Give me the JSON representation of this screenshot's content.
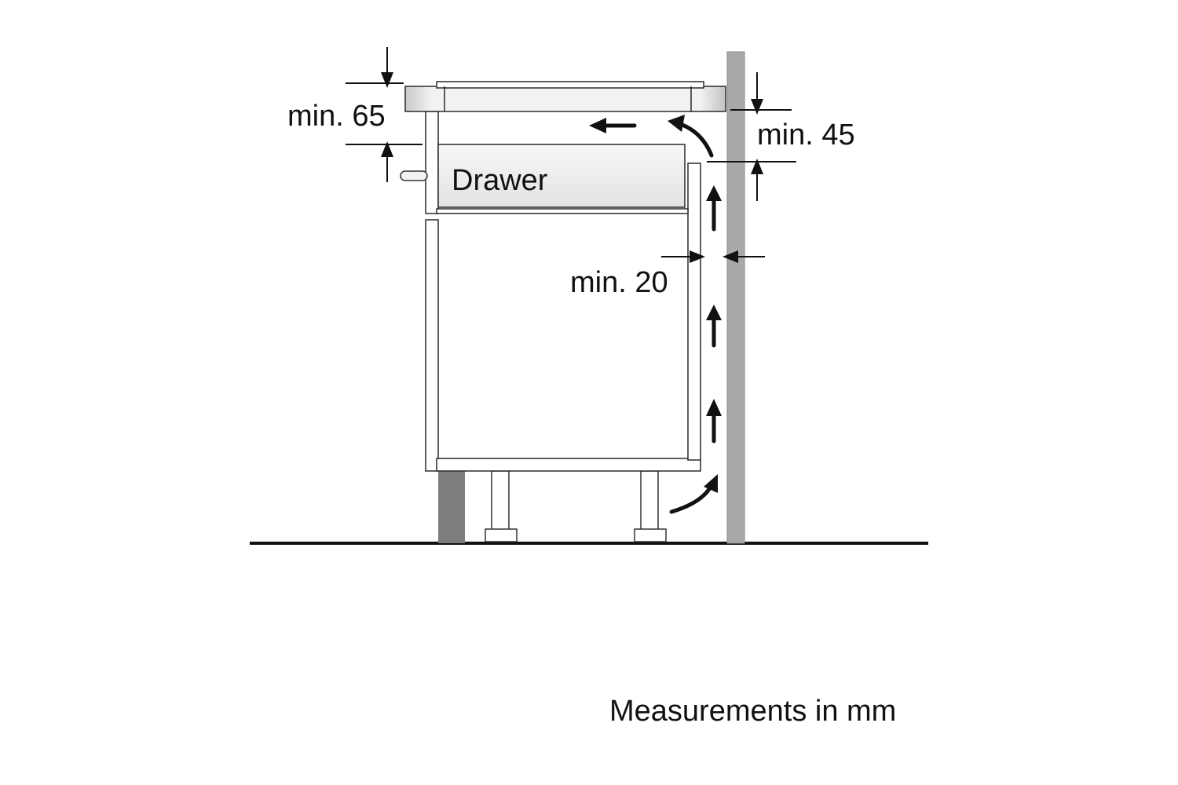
{
  "labels": {
    "min_top_left": "min. 65",
    "min_top_right": "min. 45",
    "min_side": "min. 20",
    "drawer": "Drawer",
    "units_note": "Measurements in mm"
  },
  "colors": {
    "line": "#111111",
    "cabinet_fill": "#ffffff",
    "cabinet_edge": "#2a2a2a",
    "wall_fill": "#a9a9a9",
    "plinth_fill": "#7a7a7a",
    "hob_gradient_start": "#f3f3f3",
    "hob_gradient_end": "#b8b8b8"
  },
  "icons": {
    "airflow": "arrow-up",
    "inflow": "curved-arrow",
    "outflow": "arrow-left"
  }
}
